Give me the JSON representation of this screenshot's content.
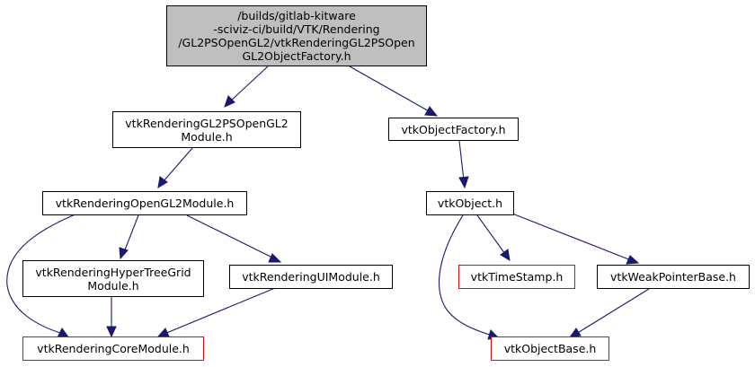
{
  "diagram": {
    "edge_color": "#191970",
    "root_fill": "#bfbfbf",
    "incomplete_border": "#ff0000",
    "nodes": {
      "root": {
        "lines": [
          "/builds/gitlab-kitware",
          "-sciviz-ci/build/VTK/Rendering",
          "/GL2PSOpenGL2/vtkRenderingGL2PSOpen",
          "GL2ObjectFactory.h"
        ]
      },
      "gl2ps_module": {
        "lines": [
          "vtkRenderingGL2PSOpenGL2",
          "Module.h"
        ]
      },
      "object_factory": {
        "lines": [
          "vtkObjectFactory.h"
        ]
      },
      "opengl2_module": {
        "lines": [
          "vtkRenderingOpenGL2Module.h"
        ]
      },
      "vtk_object": {
        "lines": [
          "vtkObject.h"
        ]
      },
      "hypertreegrid_module": {
        "lines": [
          "vtkRenderingHyperTreeGrid",
          "Module.h"
        ]
      },
      "ui_module": {
        "lines": [
          "vtkRenderingUIModule.h"
        ]
      },
      "time_stamp": {
        "lines": [
          "vtkTimeStamp.h"
        ]
      },
      "weak_pointer_base": {
        "lines": [
          "vtkWeakPointerBase.h"
        ]
      },
      "core_module": {
        "lines": [
          "vtkRenderingCoreModule.h"
        ]
      },
      "object_base": {
        "lines": [
          "vtkObjectBase.h"
        ]
      }
    },
    "edges": [
      [
        "root",
        "gl2ps_module"
      ],
      [
        "root",
        "object_factory"
      ],
      [
        "gl2ps_module",
        "opengl2_module"
      ],
      [
        "object_factory",
        "vtk_object"
      ],
      [
        "opengl2_module",
        "core_module"
      ],
      [
        "opengl2_module",
        "hypertreegrid_module"
      ],
      [
        "opengl2_module",
        "ui_module"
      ],
      [
        "hypertreegrid_module",
        "core_module"
      ],
      [
        "ui_module",
        "core_module"
      ],
      [
        "vtk_object",
        "object_base"
      ],
      [
        "vtk_object",
        "time_stamp"
      ],
      [
        "vtk_object",
        "weak_pointer_base"
      ],
      [
        "weak_pointer_base",
        "object_base"
      ]
    ]
  }
}
